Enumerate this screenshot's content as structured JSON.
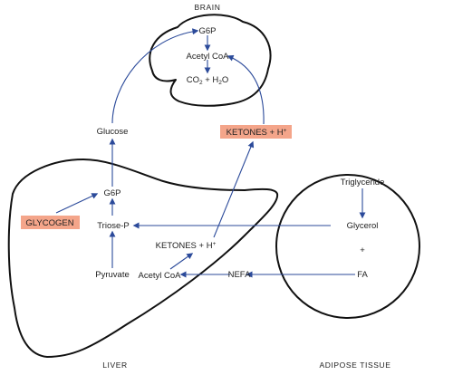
{
  "colors": {
    "arrow": "#2b4a9a",
    "highlight": "#f4a58a",
    "outline": "#111111",
    "text": "#222222"
  },
  "labels": {
    "brain": "BRAIN",
    "liver": "LIVER",
    "adipose": "ADIPOSE TISSUE",
    "g6p_brain": "G6P",
    "acetyl_coa_brain": "Acetyl CoA",
    "co2_prefix": "CO",
    "co2_sub": "2",
    "co2_plus": " + H",
    "h2o_sub": "2",
    "h2o_suffix": "O",
    "glucose": "Glucose",
    "ketones_top": "KETONES + H",
    "ketones_top_sup": "+",
    "g6p_liver": "G6P",
    "glycogen": "GLYCOGEN",
    "triose_p": "Triose-P",
    "pyruvate": "Pyruvate",
    "ketones_liver": "KETONES + H",
    "ketones_liver_sup": "+",
    "acetyl_coa_liver": "Acetyl CoA",
    "nefa": "NEFA",
    "triglyceride": "Triglyceride",
    "glycerol": "Glycerol",
    "plus": "+",
    "fa": "FA"
  }
}
